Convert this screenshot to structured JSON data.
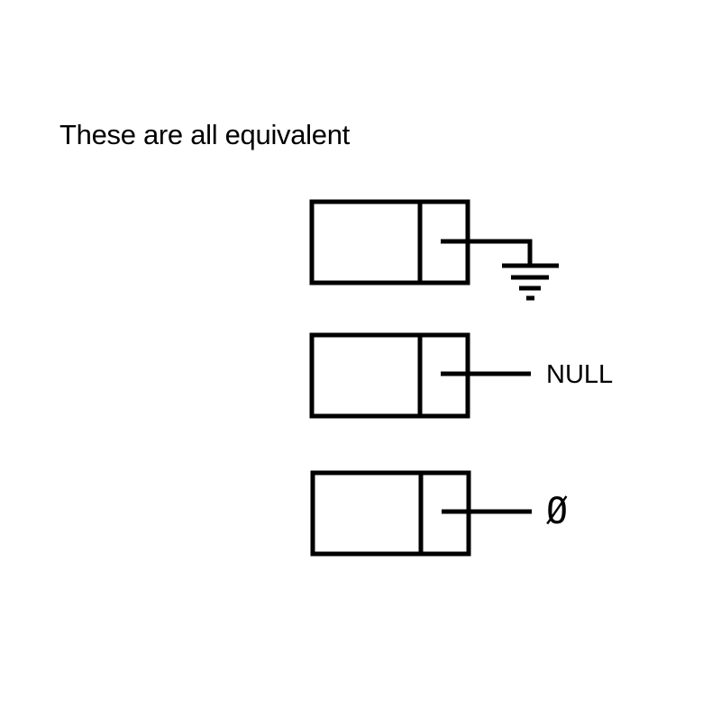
{
  "caption": "These are all equivalent",
  "nodes": [
    {
      "terminator": "ground symbol",
      "icon": "ground-icon"
    },
    {
      "terminator": "NULL"
    },
    {
      "terminator": "Ø"
    }
  ],
  "stroke_color": "#000000"
}
